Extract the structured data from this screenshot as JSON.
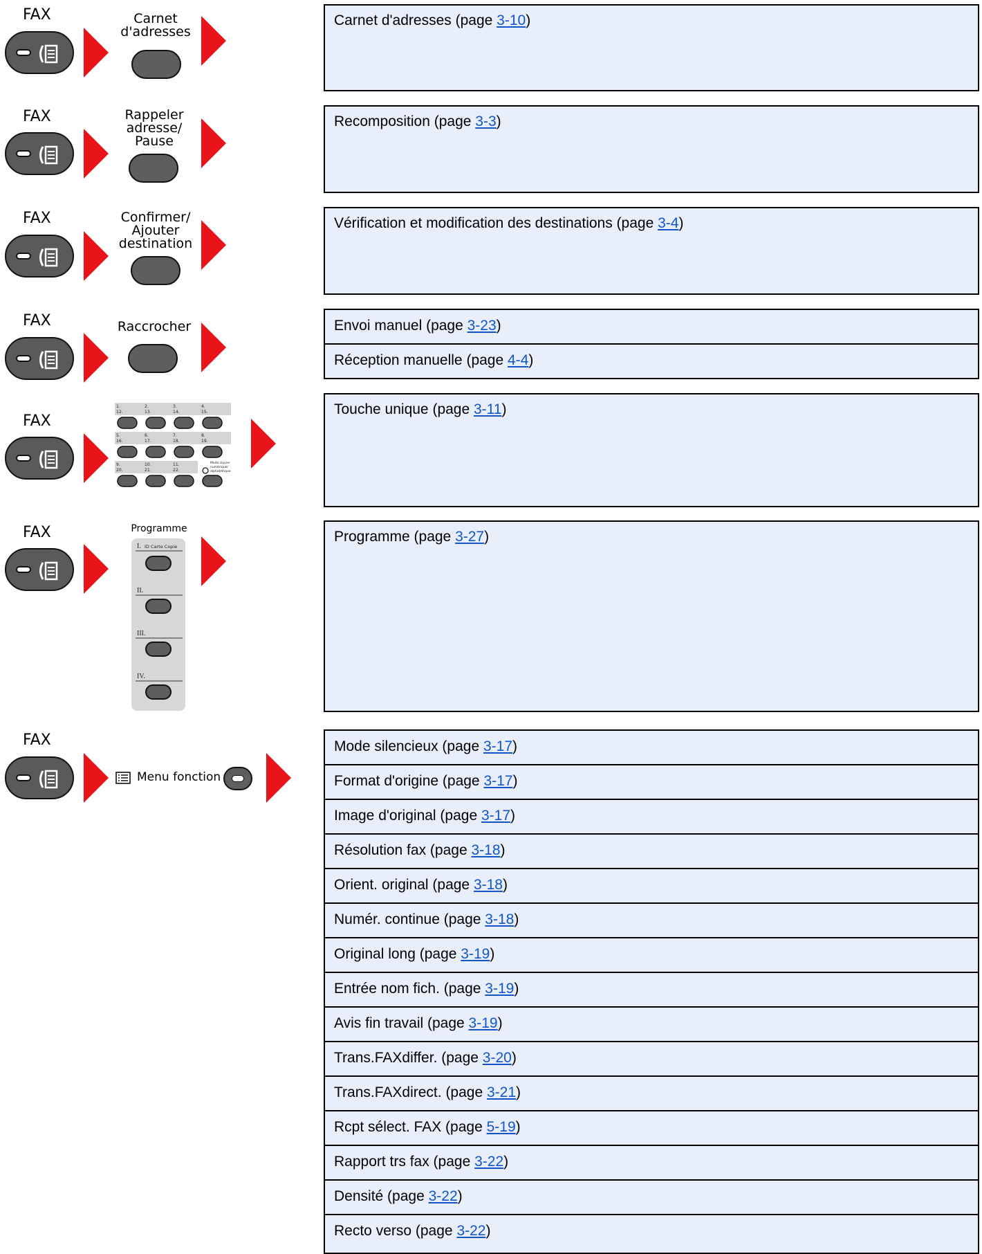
{
  "steps": [
    {
      "fax_label": "FAX",
      "key_label_lines": [
        "Carnet",
        "d'adresses"
      ],
      "rows": [
        {
          "text": "Carnet d'adresses (page ",
          "link": "3-10",
          "after": ")"
        }
      ]
    },
    {
      "fax_label": "FAX",
      "key_label_lines": [
        "Rappeler",
        "adresse/",
        "Pause"
      ],
      "rows": [
        {
          "text": "Recomposition (page ",
          "link": "3-3",
          "after": ")"
        }
      ]
    },
    {
      "fax_label": "FAX",
      "key_label_lines": [
        "Confirmer/",
        "Ajouter",
        "destination"
      ],
      "rows": [
        {
          "text": "Vérification et modification des destinations (page ",
          "link": "3-4",
          "after": ")"
        }
      ]
    },
    {
      "fax_label": "FAX",
      "key_label_lines": [
        "Raccrocher"
      ],
      "rows": [
        {
          "text": "Envoi manuel (page ",
          "link": "3-23",
          "after": ")"
        },
        {
          "text": "Réception manuelle (page ",
          "link": "4-4",
          "after": ")"
        }
      ]
    },
    {
      "fax_label": "FAX",
      "numpad": {
        "rows": [
          {
            "top": [
              "1.",
              "2.",
              "3.",
              "4."
            ],
            "bottom": [
              "12.",
              "13.",
              "14.",
              "15."
            ]
          },
          {
            "top": [
              "5.",
              "6.",
              "7.",
              "8."
            ],
            "bottom": [
              "16.",
              "17.",
              "18.",
              "19."
            ]
          },
          {
            "top": [
              "9.",
              "10.",
              "11.",
              ""
            ],
            "bottom": [
              "20.",
              "21.",
              "22.",
              ""
            ]
          }
        ],
        "mode_text": [
          "Mode clavier",
          "numérique/",
          "alphabétique"
        ]
      },
      "rows": [
        {
          "text": "Touche unique (page ",
          "link": "3-11",
          "after": ")"
        }
      ]
    },
    {
      "fax_label": "FAX",
      "program": {
        "title": "Programme",
        "slots": [
          "I.",
          "II.",
          "III.",
          "IV."
        ],
        "first_slot_text": "ID Carte Copie"
      },
      "rows": [
        {
          "text": "Programme (page ",
          "link": "3-27",
          "after": ")"
        }
      ]
    },
    {
      "fax_label": "FAX",
      "menu_label": "Menu fonction",
      "rows": [
        {
          "text": "Mode silencieux (page ",
          "link": "3-17",
          "after": ")"
        },
        {
          "text": "Format d'origine (page ",
          "link": "3-17",
          "after": ")"
        },
        {
          "text": "Image d'original (page ",
          "link": "3-17",
          "after": ")"
        },
        {
          "text": "Résolution fax (page ",
          "link": "3-18",
          "after": ")"
        },
        {
          "text": "Orient. original (page ",
          "link": "3-18",
          "after": ")"
        },
        {
          "text": "Numér. continue (page ",
          "link": "3-18",
          "after": ")"
        },
        {
          "text": "Original long (page ",
          "link": "3-19",
          "after": ")"
        },
        {
          "text": "Entrée nom fich. (page ",
          "link": "3-19",
          "after": ")"
        },
        {
          "text": "Avis fin travail (page ",
          "link": "3-19",
          "after": ")"
        },
        {
          "text": "Trans.FAXdiffer. (page ",
          "link": "3-20",
          "after": ")"
        },
        {
          "text": "Trans.FAXdirect. (page ",
          "link": "3-21",
          "after": ")"
        },
        {
          "text": "Rcpt sélect. FAX (page ",
          "link": "5-19",
          "after": ")"
        },
        {
          "text": "Rapport trs fax (page ",
          "link": "3-22",
          "after": ")"
        },
        {
          "text": "Densité (page ",
          "link": "3-22",
          "after": ")"
        },
        {
          "text": "Recto verso (page ",
          "link": "3-22",
          "after": ")"
        }
      ]
    }
  ],
  "colors": {
    "arrow": "#e8141a",
    "box_fill": "#e8eefa",
    "link": "#1155cc",
    "key_gray": "#5e5e5e"
  }
}
